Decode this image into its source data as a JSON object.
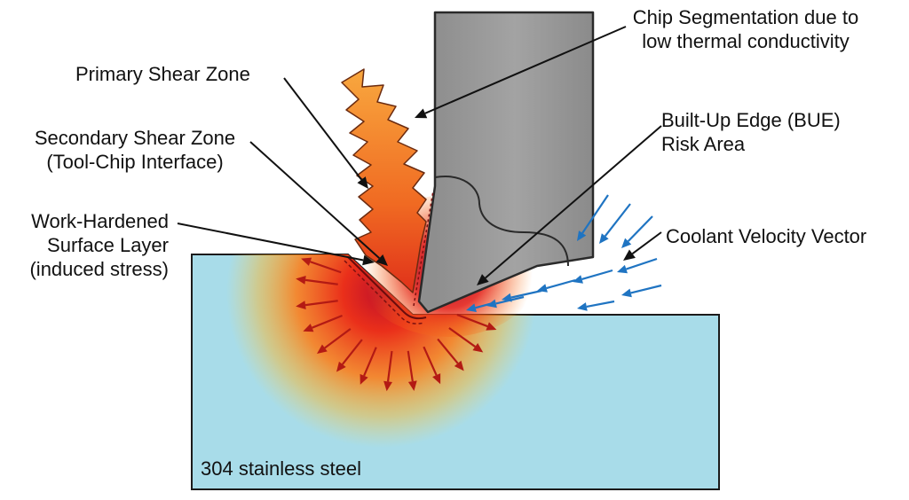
{
  "labels": {
    "chip_segmentation": [
      "Chip Segmentation due to",
      "low thermal conductivity"
    ],
    "primary_shear": [
      "Primary Shear Zone"
    ],
    "secondary_shear": [
      "Secondary Shear Zone",
      "(Tool-Chip Interface)"
    ],
    "work_hardened": [
      "Work-Hardened",
      "Surface Layer",
      "(induced stress)"
    ],
    "bue": [
      "Built-Up Edge (BUE)",
      "Risk Area"
    ],
    "coolant": [
      "Coolant Velocity Vector"
    ],
    "material": "304 stainless steel"
  },
  "colors": {
    "workpiece": "#a8dce9",
    "workpiece_stroke": "#1b1b1b",
    "tool": "#9b9b9b",
    "tool_stroke": "#2a2a2a",
    "chip_tip": "#f7a13a",
    "chip_base": "#e23b12",
    "heat_core": "#b3102a",
    "stress_arrow": "#b31a14",
    "coolant_arrow": "#1f74c2",
    "leader_line": "#111111"
  }
}
